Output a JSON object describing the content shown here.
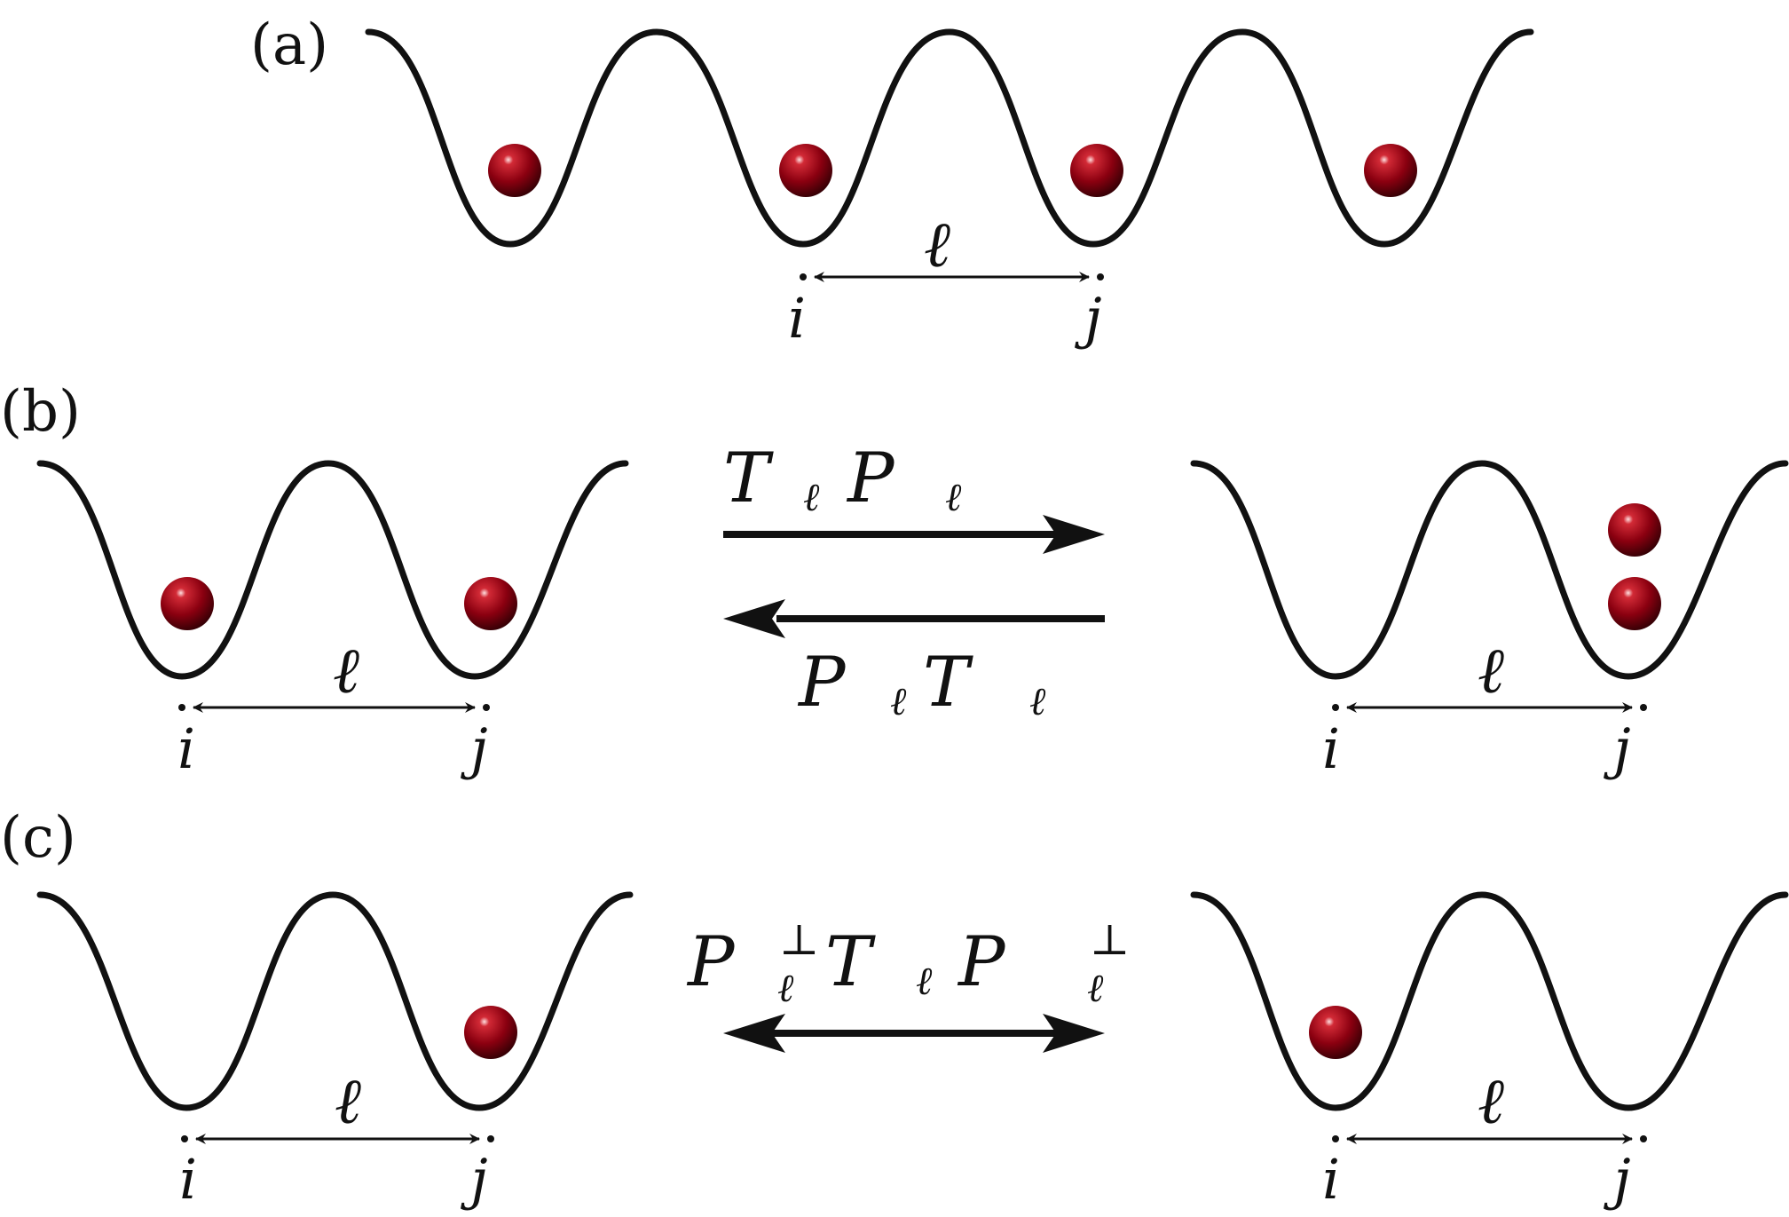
{
  "panels": {
    "a": {
      "label": "(a)"
    },
    "b": {
      "label": "(b)"
    },
    "c": {
      "label": "(c)"
    }
  },
  "symbols": {
    "ell": "ℓ",
    "site_i": "i",
    "site_j": "j",
    "T": "T",
    "P": "P",
    "perp": "⊥"
  },
  "colors": {
    "particle": "#8b0010",
    "particle_dark": "#3a0006",
    "particle_highlight": "#ffd6d6",
    "line": "#111111"
  }
}
